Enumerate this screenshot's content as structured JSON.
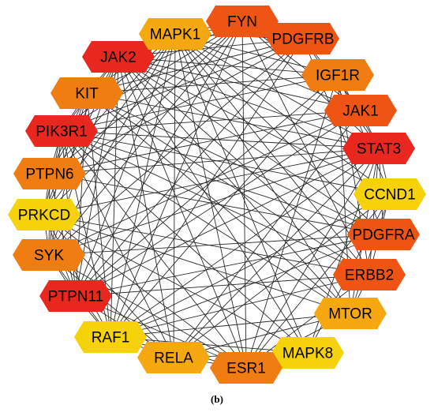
{
  "caption": "(b)",
  "colors": {
    "edge": "#2b2b2b",
    "red": "#e8281f",
    "orange_red": "#ee5514",
    "orange": "#f07d12",
    "amber": "#f5a80f",
    "yellow": "#f5d20a"
  },
  "nodes": [
    {
      "id": "FYN",
      "label": "FYN",
      "color": "orange_red"
    },
    {
      "id": "PDGFRB",
      "label": "PDGFRB",
      "color": "orange_red"
    },
    {
      "id": "IGF1R",
      "label": "IGF1R",
      "color": "orange"
    },
    {
      "id": "JAK1",
      "label": "JAK1",
      "color": "orange_red"
    },
    {
      "id": "STAT3",
      "label": "STAT3",
      "color": "red"
    },
    {
      "id": "CCND1",
      "label": "CCND1",
      "color": "yellow"
    },
    {
      "id": "PDGFRA",
      "label": "PDGFRA",
      "color": "orange_red"
    },
    {
      "id": "ERBB2",
      "label": "ERBB2",
      "color": "orange_red"
    },
    {
      "id": "MTOR",
      "label": "MTOR",
      "color": "amber"
    },
    {
      "id": "MAPK8",
      "label": "MAPK8",
      "color": "yellow"
    },
    {
      "id": "ESR1",
      "label": "ESR1",
      "color": "orange"
    },
    {
      "id": "RELA",
      "label": "RELA",
      "color": "amber"
    },
    {
      "id": "RAF1",
      "label": "RAF1",
      "color": "yellow"
    },
    {
      "id": "PTPN11",
      "label": "PTPN11",
      "color": "red"
    },
    {
      "id": "SYK",
      "label": "SYK",
      "color": "orange"
    },
    {
      "id": "PRKCD",
      "label": "PRKCD",
      "color": "yellow"
    },
    {
      "id": "PTPN6",
      "label": "PTPN6",
      "color": "orange"
    },
    {
      "id": "PIK3R1",
      "label": "PIK3R1",
      "color": "red"
    },
    {
      "id": "KIT",
      "label": "KIT",
      "color": "orange"
    },
    {
      "id": "JAK2",
      "label": "JAK2",
      "color": "red"
    },
    {
      "id": "MAPK1",
      "label": "MAPK1",
      "color": "amber"
    }
  ],
  "edges": [
    [
      "FYN",
      "PDGFRB"
    ],
    [
      "FYN",
      "JAK2"
    ],
    [
      "FYN",
      "STAT3"
    ],
    [
      "FYN",
      "PTPN11"
    ],
    [
      "FYN",
      "PIK3R1"
    ],
    [
      "FYN",
      "KIT"
    ],
    [
      "FYN",
      "SYK"
    ],
    [
      "FYN",
      "PTPN6"
    ],
    [
      "FYN",
      "PRKCD"
    ],
    [
      "FYN",
      "MAPK1"
    ],
    [
      "FYN",
      "ESR1"
    ],
    [
      "FYN",
      "RAF1"
    ],
    [
      "FYN",
      "JAK1"
    ],
    [
      "FYN",
      "ERBB2"
    ],
    [
      "PDGFRB",
      "PIK3R1"
    ],
    [
      "PDGFRB",
      "PTPN11"
    ],
    [
      "PDGFRB",
      "JAK2"
    ],
    [
      "PDGFRB",
      "STAT3"
    ],
    [
      "PDGFRB",
      "PDGFRA"
    ],
    [
      "PDGFRB",
      "KIT"
    ],
    [
      "PDGFRB",
      "MAPK1"
    ],
    [
      "PDGFRB",
      "RAF1"
    ],
    [
      "PDGFRB",
      "PTPN6"
    ],
    [
      "PDGFRB",
      "JAK1"
    ],
    [
      "PDGFRB",
      "SYK"
    ],
    [
      "IGF1R",
      "PIK3R1"
    ],
    [
      "IGF1R",
      "PTPN11"
    ],
    [
      "IGF1R",
      "STAT3"
    ],
    [
      "IGF1R",
      "JAK2"
    ],
    [
      "IGF1R",
      "MAPK1"
    ],
    [
      "IGF1R",
      "ESR1"
    ],
    [
      "IGF1R",
      "MTOR"
    ],
    [
      "IGF1R",
      "RAF1"
    ],
    [
      "IGF1R",
      "CCND1"
    ],
    [
      "IGF1R",
      "KIT"
    ],
    [
      "IGF1R",
      "ERBB2"
    ],
    [
      "JAK1",
      "STAT3"
    ],
    [
      "JAK1",
      "JAK2"
    ],
    [
      "JAK1",
      "PTPN11"
    ],
    [
      "JAK1",
      "PIK3R1"
    ],
    [
      "JAK1",
      "PTPN6"
    ],
    [
      "JAK1",
      "MAPK1"
    ],
    [
      "JAK1",
      "SYK"
    ],
    [
      "JAK1",
      "RELA"
    ],
    [
      "STAT3",
      "JAK2"
    ],
    [
      "STAT3",
      "PIK3R1"
    ],
    [
      "STAT3",
      "PTPN11"
    ],
    [
      "STAT3",
      "CCND1"
    ],
    [
      "STAT3",
      "ESR1"
    ],
    [
      "STAT3",
      "MTOR"
    ],
    [
      "STAT3",
      "RELA"
    ],
    [
      "STAT3",
      "MAPK1"
    ],
    [
      "STAT3",
      "MAPK8"
    ],
    [
      "STAT3",
      "PTPN6"
    ],
    [
      "STAT3",
      "KIT"
    ],
    [
      "STAT3",
      "SYK"
    ],
    [
      "STAT3",
      "PRKCD"
    ],
    [
      "STAT3",
      "ERBB2"
    ],
    [
      "STAT3",
      "PDGFRA"
    ],
    [
      "STAT3",
      "RAF1"
    ],
    [
      "CCND1",
      "ESR1"
    ],
    [
      "CCND1",
      "MAPK1"
    ],
    [
      "CCND1",
      "RELA"
    ],
    [
      "CCND1",
      "MTOR"
    ],
    [
      "CCND1",
      "JAK2"
    ],
    [
      "CCND1",
      "PIK3R1"
    ],
    [
      "CCND1",
      "MAPK8"
    ],
    [
      "CCND1",
      "RAF1"
    ],
    [
      "CCND1",
      "ERBB2"
    ],
    [
      "PDGFRA",
      "PIK3R1"
    ],
    [
      "PDGFRA",
      "PTPN11"
    ],
    [
      "PDGFRA",
      "KIT"
    ],
    [
      "PDGFRA",
      "JAK2"
    ],
    [
      "PDGFRA",
      "MAPK1"
    ],
    [
      "PDGFRA",
      "RAF1"
    ],
    [
      "PDGFRA",
      "PTPN6"
    ],
    [
      "PDGFRA",
      "SYK"
    ],
    [
      "ERBB2",
      "PIK3R1"
    ],
    [
      "ERBB2",
      "PTPN11"
    ],
    [
      "ERBB2",
      "ESR1"
    ],
    [
      "ERBB2",
      "MAPK1"
    ],
    [
      "ERBB2",
      "MTOR"
    ],
    [
      "ERBB2",
      "RAF1"
    ],
    [
      "ERBB2",
      "JAK2"
    ],
    [
      "ERBB2",
      "PRKCD"
    ],
    [
      "ERBB2",
      "KIT"
    ],
    [
      "MTOR",
      "PIK3R1"
    ],
    [
      "MTOR",
      "MAPK1"
    ],
    [
      "MTOR",
      "RAF1"
    ],
    [
      "MTOR",
      "PRKCD"
    ],
    [
      "MTOR",
      "ESR1"
    ],
    [
      "MTOR",
      "RELA"
    ],
    [
      "MTOR",
      "JAK2"
    ],
    [
      "MTOR",
      "KIT"
    ],
    [
      "MAPK8",
      "MAPK1"
    ],
    [
      "MAPK8",
      "RELA"
    ],
    [
      "MAPK8",
      "ESR1"
    ],
    [
      "MAPK8",
      "RAF1"
    ],
    [
      "MAPK8",
      "PRKCD"
    ],
    [
      "MAPK8",
      "JAK2"
    ],
    [
      "MAPK8",
      "PIK3R1"
    ],
    [
      "ESR1",
      "MAPK1"
    ],
    [
      "ESR1",
      "RELA"
    ],
    [
      "ESR1",
      "PIK3R1"
    ],
    [
      "ESR1",
      "JAK2"
    ],
    [
      "ESR1",
      "PTPN11"
    ],
    [
      "ESR1",
      "PRKCD"
    ],
    [
      "ESR1",
      "RAF1"
    ],
    [
      "ESR1",
      "SYK"
    ],
    [
      "RELA",
      "MAPK1"
    ],
    [
      "RELA",
      "RAF1"
    ],
    [
      "RELA",
      "PRKCD"
    ],
    [
      "RELA",
      "PIK3R1"
    ],
    [
      "RELA",
      "JAK2"
    ],
    [
      "RELA",
      "SYK"
    ],
    [
      "RELA",
      "PTPN11"
    ],
    [
      "RAF1",
      "MAPK1"
    ],
    [
      "RAF1",
      "PRKCD"
    ],
    [
      "RAF1",
      "PIK3R1"
    ],
    [
      "RAF1",
      "PTPN11"
    ],
    [
      "RAF1",
      "JAK2"
    ],
    [
      "RAF1",
      "KIT"
    ],
    [
      "RAF1",
      "SYK"
    ],
    [
      "PTPN11",
      "PIK3R1"
    ],
    [
      "PTPN11",
      "JAK2"
    ],
    [
      "PTPN11",
      "KIT"
    ],
    [
      "PTPN11",
      "PTPN6"
    ],
    [
      "PTPN11",
      "SYK"
    ],
    [
      "PTPN11",
      "MAPK1"
    ],
    [
      "PTPN11",
      "PRKCD"
    ],
    [
      "SYK",
      "PTPN6"
    ],
    [
      "SYK",
      "PIK3R1"
    ],
    [
      "SYK",
      "PRKCD"
    ],
    [
      "SYK",
      "JAK2"
    ],
    [
      "SYK",
      "KIT"
    ],
    [
      "SYK",
      "MAPK1"
    ],
    [
      "PRKCD",
      "PTPN6"
    ],
    [
      "PRKCD",
      "PIK3R1"
    ],
    [
      "PRKCD",
      "MAPK1"
    ],
    [
      "PRKCD",
      "KIT"
    ],
    [
      "PRKCD",
      "JAK2"
    ],
    [
      "PTPN6",
      "PIK3R1"
    ],
    [
      "PTPN6",
      "JAK2"
    ],
    [
      "PTPN6",
      "KIT"
    ],
    [
      "PTPN6",
      "MAPK1"
    ],
    [
      "PIK3R1",
      "KIT"
    ],
    [
      "PIK3R1",
      "JAK2"
    ],
    [
      "PIK3R1",
      "MAPK1"
    ],
    [
      "KIT",
      "JAK2"
    ],
    [
      "KIT",
      "MAPK1"
    ],
    [
      "JAK2",
      "MAPK1"
    ]
  ]
}
